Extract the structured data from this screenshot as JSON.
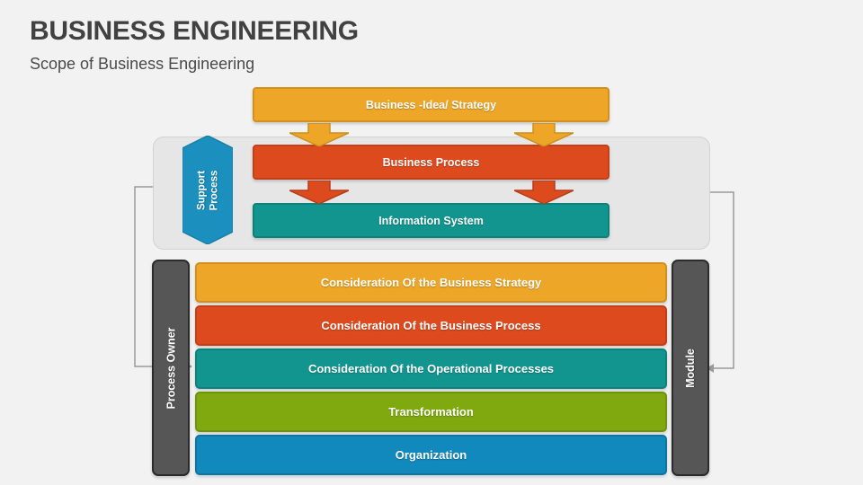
{
  "header": {
    "title": "BUSINESS ENGINEERING",
    "subtitle": "Scope of Business Engineering"
  },
  "colors": {
    "background": "#f2f2f2",
    "panel": "#e6e6e6",
    "amber": "#eda628",
    "red_orange": "#dc4a1e",
    "teal": "#12958f",
    "olive_green": "#7fa90e",
    "blue": "#1189bd",
    "support_blue": "#1b8fbe",
    "dark_gray": "#565656",
    "title_gray": "#414141",
    "connector_gray": "#9a9a9a"
  },
  "top_flow": {
    "boxes": [
      {
        "label": "Business -Idea/ Strategy",
        "color": "#eda628"
      },
      {
        "label": "Business Process",
        "color": "#dc4a1e"
      },
      {
        "label": "Information System",
        "color": "#12958f"
      }
    ],
    "arrows": [
      {
        "name": "strategy-to-process-left",
        "color": "#eda628",
        "direction": "down"
      },
      {
        "name": "strategy-to-process-right",
        "color": "#eda628",
        "direction": "down"
      },
      {
        "name": "process-to-system-left",
        "color": "#dc4a1e",
        "direction": "down"
      },
      {
        "name": "process-to-system-right",
        "color": "#dc4a1e",
        "direction": "down"
      }
    ],
    "support_process": {
      "line1": "Support",
      "line2": "Process",
      "color": "#1b8fbe"
    }
  },
  "side_bars": {
    "left": {
      "label": "Process Owner",
      "color": "#565656"
    },
    "right": {
      "label": "Module",
      "color": "#565656"
    }
  },
  "scope_rows": [
    {
      "label": "Consideration Of the Business Strategy",
      "color": "#eda628",
      "border": "#d3901c"
    },
    {
      "label": "Consideration Of the Business Process",
      "color": "#dc4a1e",
      "border": "#c23f18"
    },
    {
      "label": "Consideration Of the Operational Processes",
      "color": "#12958f",
      "border": "#0d817c"
    },
    {
      "label": "Transformation",
      "color": "#7fa90e",
      "border": "#6e930c"
    },
    {
      "label": "Organization",
      "color": "#1189bd",
      "border": "#0d75a2"
    }
  ]
}
